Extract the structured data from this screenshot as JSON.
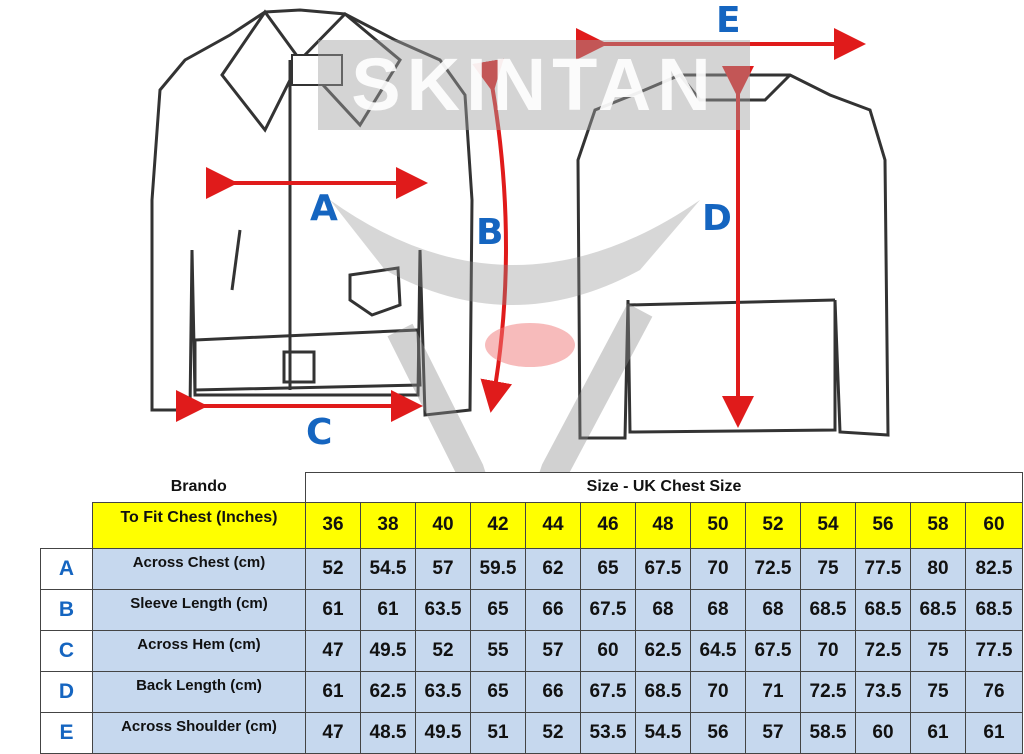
{
  "logo_text": "SKINTAN",
  "labels": {
    "A": "A",
    "B": "B",
    "C": "C",
    "D": "D",
    "E": "E"
  },
  "colors": {
    "arrow": "#e01b1b",
    "letter": "#1565c0",
    "header": "#ffff00",
    "cell": "#c6d8ee"
  },
  "table": {
    "model": "Brando",
    "size_heading": "Size - UK Chest Size",
    "fit_label": "To Fit Chest (Inches)",
    "sizes": [
      "36",
      "38",
      "40",
      "42",
      "44",
      "46",
      "48",
      "50",
      "52",
      "54",
      "56",
      "58",
      "60"
    ],
    "rows": [
      {
        "code": "A",
        "name": "Across Chest (cm)",
        "values": [
          "52",
          "54.5",
          "57",
          "59.5",
          "62",
          "65",
          "67.5",
          "70",
          "72.5",
          "75",
          "77.5",
          "80",
          "82.5"
        ]
      },
      {
        "code": "B",
        "name": "Sleeve Length (cm)",
        "values": [
          "61",
          "61",
          "63.5",
          "65",
          "66",
          "67.5",
          "68",
          "68",
          "68",
          "68.5",
          "68.5",
          "68.5",
          "68.5"
        ]
      },
      {
        "code": "C",
        "name": "Across Hem (cm)",
        "values": [
          "47",
          "49.5",
          "52",
          "55",
          "57",
          "60",
          "62.5",
          "64.5",
          "67.5",
          "70",
          "72.5",
          "75",
          "77.5"
        ]
      },
      {
        "code": "D",
        "name": "Back Length (cm)",
        "values": [
          "61",
          "62.5",
          "63.5",
          "65",
          "66",
          "67.5",
          "68.5",
          "70",
          "71",
          "72.5",
          "73.5",
          "75",
          "76"
        ]
      },
      {
        "code": "E",
        "name": "Across Shoulder (cm)",
        "values": [
          "47",
          "48.5",
          "49.5",
          "51",
          "52",
          "53.5",
          "54.5",
          "56",
          "57",
          "58.5",
          "60",
          "61",
          "61"
        ]
      }
    ]
  }
}
